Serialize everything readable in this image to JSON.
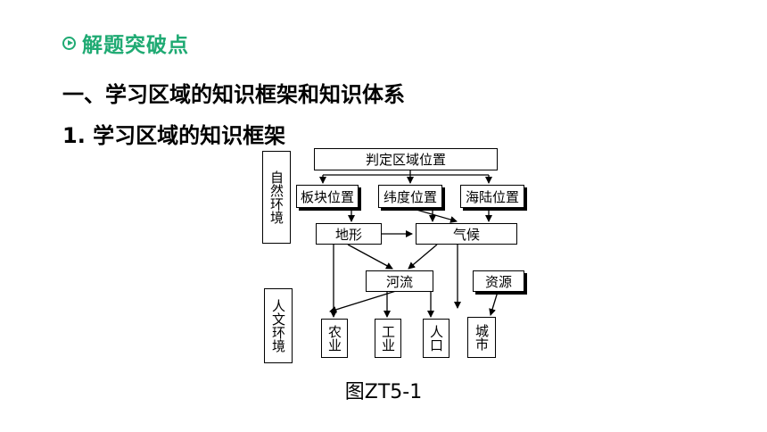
{
  "section": {
    "icon": "play-circle-icon",
    "title": "解题突破点",
    "accent_color": "#1faa73"
  },
  "heading_1": "一、学习区域的知识框架和知识体系",
  "heading_2": "1. 学习区域的知识框架",
  "diagram": {
    "natural_label": "自然环境",
    "human_label": "人文环境",
    "top": "判定区域位置",
    "positions": [
      "板块位置",
      "纬度位置",
      "海陆位置"
    ],
    "terrain": "地形",
    "climate": "气候",
    "river": "河流",
    "resources": "资源",
    "outputs": [
      "农业",
      "工业",
      "人口",
      "城市"
    ]
  },
  "caption": "图ZT5-1"
}
